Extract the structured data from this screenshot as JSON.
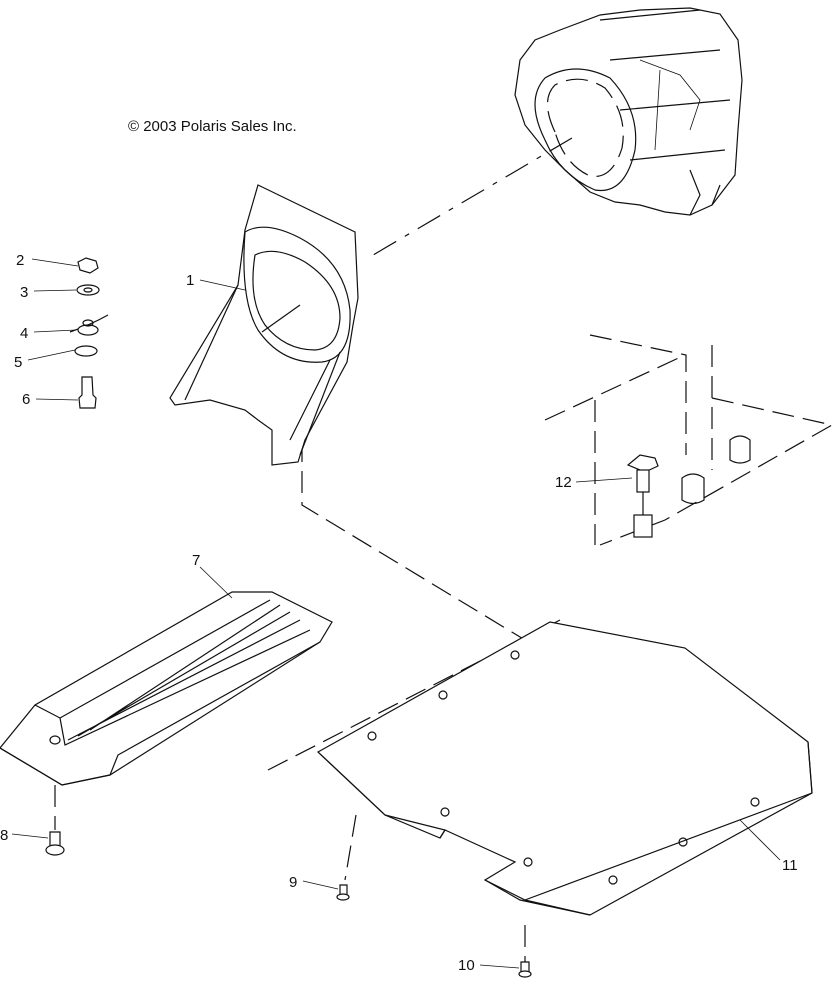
{
  "copyright": "© 2003 Polaris Sales Inc.",
  "callouts": [
    {
      "id": "c1",
      "label": "1"
    },
    {
      "id": "c2",
      "label": "2"
    },
    {
      "id": "c3",
      "label": "3"
    },
    {
      "id": "c4",
      "label": "4"
    },
    {
      "id": "c5",
      "label": "5"
    },
    {
      "id": "c6",
      "label": "6"
    },
    {
      "id": "c7",
      "label": "7"
    },
    {
      "id": "c8",
      "label": "8"
    },
    {
      "id": "c9",
      "label": "9"
    },
    {
      "id": "c10",
      "label": "10"
    },
    {
      "id": "c11",
      "label": "11"
    },
    {
      "id": "c12",
      "label": "12"
    }
  ]
}
